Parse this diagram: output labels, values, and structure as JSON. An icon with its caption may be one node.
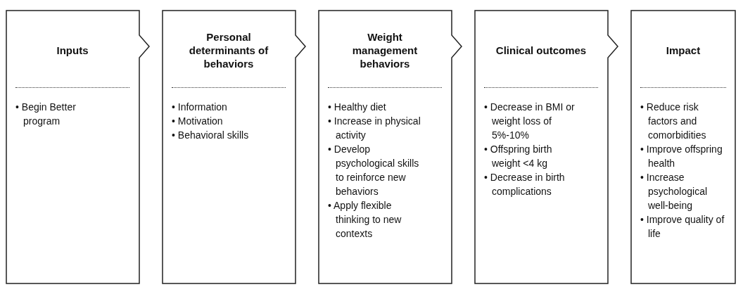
{
  "diagram": {
    "nodes": [
      {
        "text": [
          "Inputs",
          "• Begin Better program"
        ]
      },
      {
        "text": [
          "Personal determinants of behaviors",
          "• Information",
          "• Motivation",
          "• Behavioral skills"
        ]
      },
      {
        "text": [
          "Weight management behaviors",
          "• Healthy diet",
          "• Increase in physical activity",
          "• Develop psychological skills to reinforce new behaviors",
          "• Apply flexible thinking to new contexts"
        ]
      },
      {
        "text": [
          "Clinical outcomes",
          "• Decrease in BMI or weight loss of 5%-10%",
          "• Offspring birth weight <4 kg",
          "• Decrease in birth complications"
        ]
      },
      {
        "text": [
          "Impact",
          "• Reduce risk factors and comorbidities",
          "• Improve offspring health",
          "• Increase psychological well-being",
          "• Improve quality of life"
        ]
      }
    ]
  }
}
